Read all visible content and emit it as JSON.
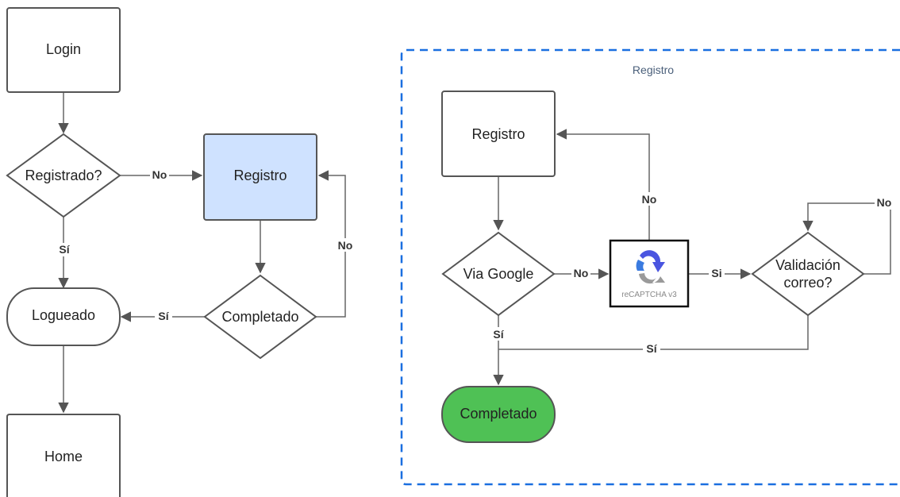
{
  "left_flow": {
    "login": "Login",
    "registrado": "Registrado?",
    "registro": "Registro",
    "completado": "Completado",
    "logueado": "Logueado",
    "home": "Home",
    "edge_no_1": "No",
    "edge_si_1": "Sí",
    "edge_no_2": "No",
    "edge_si_2": "Sí"
  },
  "right_flow": {
    "group_title": "Registro",
    "registro": "Registro",
    "via_google": "Via Google",
    "captcha_label": "reCAPTCHA v3",
    "validacion_line1": "Validación",
    "validacion_line2": "correo?",
    "completado": "Completado",
    "edge_no_google": "No",
    "edge_no_captcha": "No",
    "edge_si_captcha": "Si",
    "edge_no_validacion": "No",
    "edge_si_google": "Sí",
    "edge_si_validacion": "Sí"
  },
  "colors": {
    "highlight_fill": "#cfe2ff",
    "success_fill": "#4fc155",
    "group_border": "#1a6fe0",
    "captcha_blue": "#4a55e0",
    "captcha_gray": "#9a9a9a"
  }
}
